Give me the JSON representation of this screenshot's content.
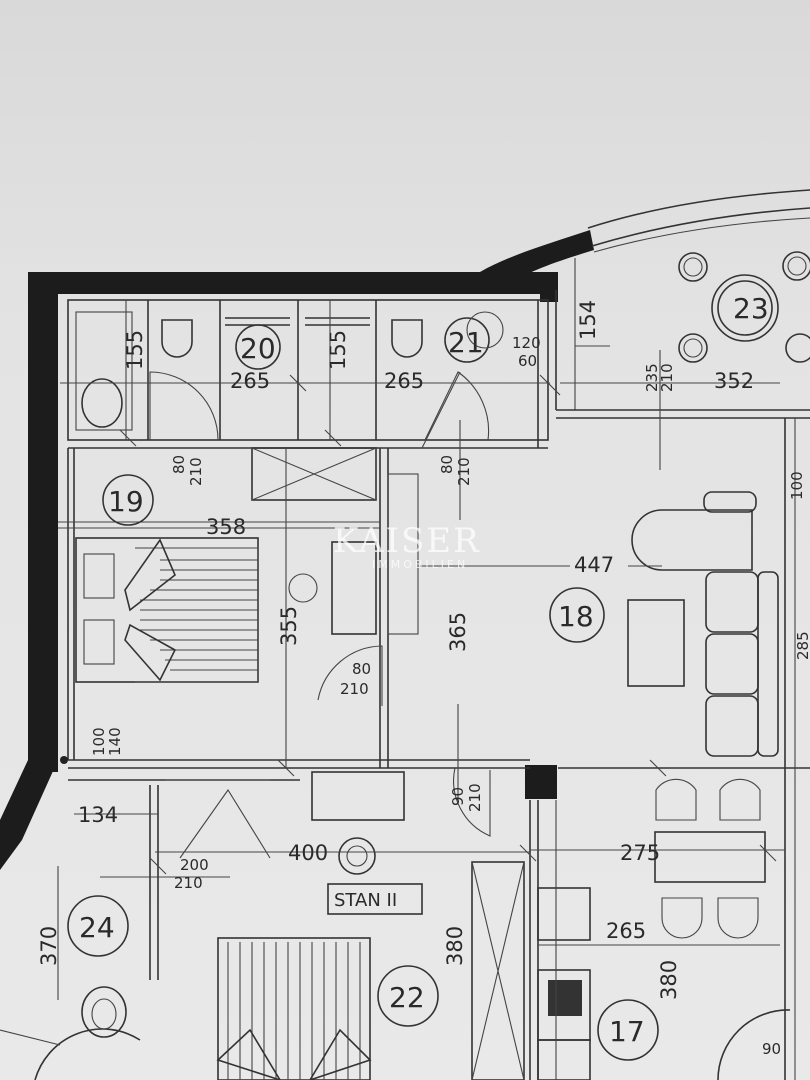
{
  "rooms": {
    "r17": "17",
    "r18": "18",
    "r19": "19",
    "r20": "20",
    "r21": "21",
    "r22": "22",
    "r23": "23",
    "r24": "24"
  },
  "unit_label": "STAN II",
  "dimensions": {
    "d155a": "155",
    "d265a": "265",
    "d155b": "155",
    "d265b": "265",
    "d120": "120",
    "d60": "60",
    "d154": "154",
    "d235": "235",
    "d210a": "210",
    "d352": "352",
    "d80a": "80",
    "d210b": "210",
    "d80b": "80",
    "d210c": "210",
    "d358": "358",
    "d447": "447",
    "d355": "355",
    "d365": "365",
    "d80c": "80",
    "d210d": "210",
    "d100a": "100",
    "d140": "140",
    "d100b": "100",
    "d90": "90",
    "d210e": "210",
    "d134": "134",
    "d400": "400",
    "d200": "200",
    "d210f": "210",
    "d275": "275",
    "d265c": "265",
    "d370": "370",
    "d380a": "380",
    "d380b": "380",
    "d285": "285",
    "d90b": "90"
  },
  "watermark": {
    "brand": "KAISER",
    "sub": "IMMOBILIEN"
  }
}
